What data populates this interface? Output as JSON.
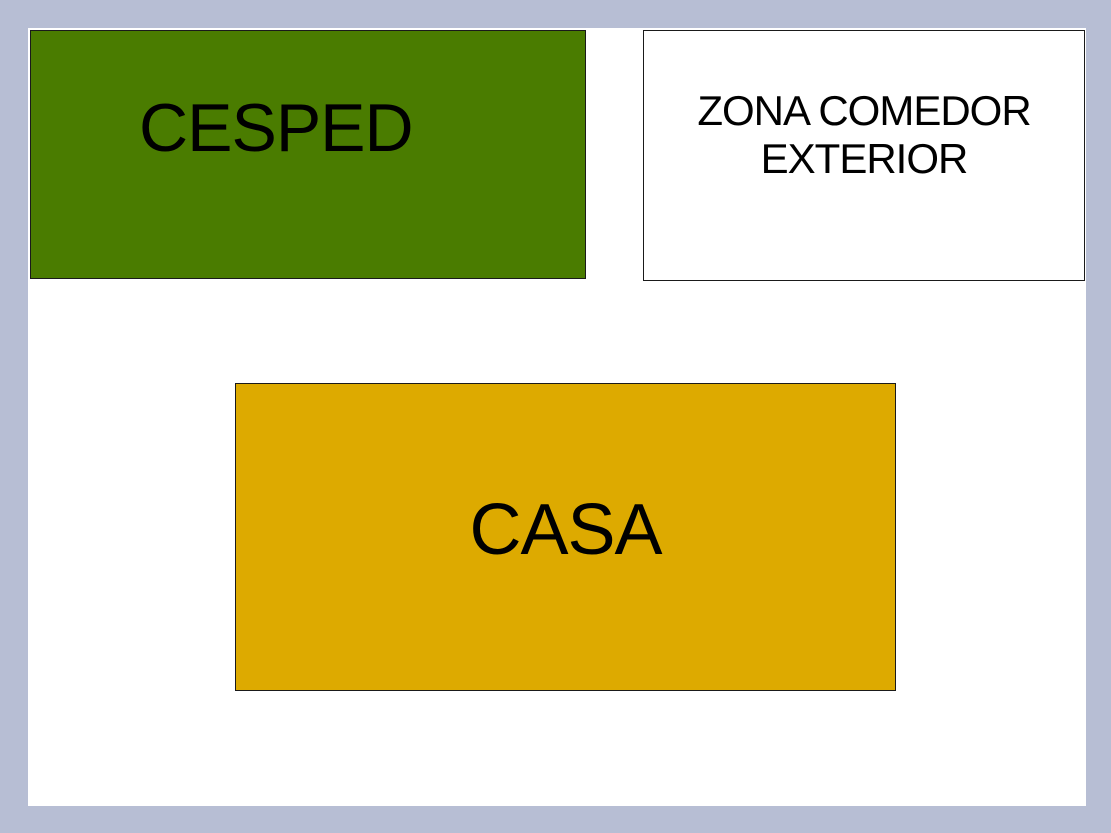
{
  "zones": {
    "cesped": {
      "label": "CESPED",
      "color": "#4a7c00"
    },
    "comedor": {
      "label": "ZONA COMEDOR\nEXTERIOR",
      "color": "#ffffff"
    },
    "casa": {
      "label": "CASA",
      "color": "#ddaa00"
    }
  },
  "colors": {
    "frame": "#b7bed4",
    "background": "#ffffff",
    "border": "#1a1a1a",
    "text": "#000000"
  }
}
